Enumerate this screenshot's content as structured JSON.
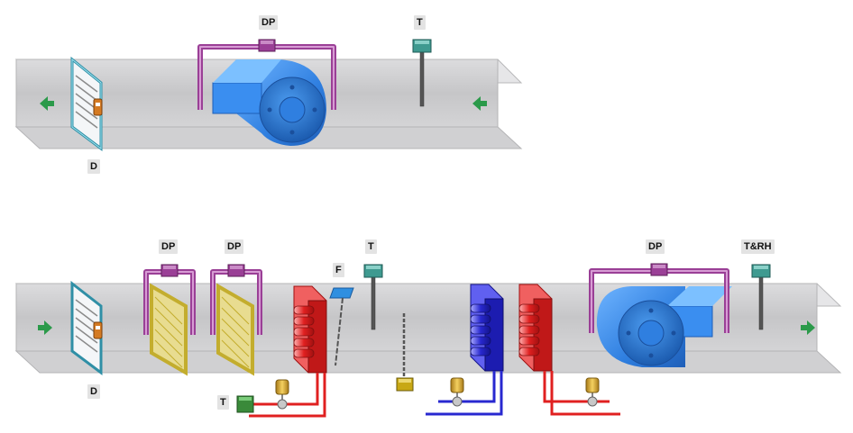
{
  "exhaust_unit": {
    "labels": {
      "fan_dp": "DP",
      "temperature": "T",
      "damper": "D"
    }
  },
  "supply_unit": {
    "labels": {
      "filter1_dp": "DP",
      "filter2_dp": "DP",
      "freeze": "F",
      "temperature": "T",
      "fan_dp": "DP",
      "temp_humidity": "T&RH",
      "damper": "D",
      "valve_temp": "T"
    }
  },
  "colors": {
    "duct": "#c9c9cb",
    "damper_frame": "#2f8fa6",
    "filter": "#c3ad2e",
    "dp_sensor": "#9a3f96",
    "temp_sensor": "#3f9a90",
    "heating_coil": "#e02020",
    "cooling_coil": "#2828d0",
    "fan": "#2f7fe0",
    "arrow": "#2b9a4a",
    "valve": "#e0b23a"
  },
  "icons": {
    "flow_arrow_exhaust": "arrow-left-icon",
    "flow_arrow_supply": "arrow-right-icon"
  }
}
